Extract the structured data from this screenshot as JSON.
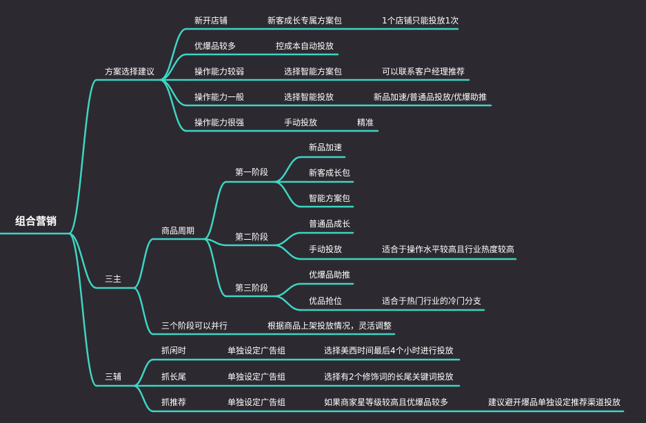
{
  "colors": {
    "background": "#2c2a30",
    "line": "#3ed6c5",
    "text": "#ffffff"
  },
  "root": "组合营销",
  "branches": [
    {
      "label": "方案选择建议",
      "children": [
        {
          "label": "新开店铺",
          "chain": [
            "新客成长专属方案包",
            "1个店铺只能投放1次"
          ]
        },
        {
          "label": "优爆品较多",
          "chain": [
            "控成本自动投放"
          ]
        },
        {
          "label": "操作能力较弱",
          "chain": [
            "选择智能方案包",
            "可以联系客户经理推荐"
          ]
        },
        {
          "label": "操作能力一般",
          "chain": [
            "选择智能投放",
            "新品加速/普通品投放/优爆助推"
          ]
        },
        {
          "label": "操作能力很强",
          "chain": [
            "手动投放",
            "精准"
          ]
        }
      ]
    },
    {
      "label": "三主",
      "children": [
        {
          "label": "商品周期",
          "stages": [
            {
              "label": "第一阶段",
              "items": [
                {
                  "label": "新品加速"
                },
                {
                  "label": "新客成长包"
                },
                {
                  "label": "智能方案包"
                }
              ]
            },
            {
              "label": "第二阶段",
              "items": [
                {
                  "label": "普通品成长"
                },
                {
                  "label": "手动投放",
                  "note": "适合于操作水平较高且行业热度较高"
                }
              ]
            },
            {
              "label": "第三阶段",
              "items": [
                {
                  "label": "优爆品助推"
                },
                {
                  "label": "优品抢位",
                  "note": "适合于热门行业的冷门分支"
                }
              ]
            }
          ]
        },
        {
          "label": "三个阶段可以并行",
          "chain": [
            "根据商品上架投放情况，灵活调整"
          ]
        }
      ]
    },
    {
      "label": "三辅",
      "children": [
        {
          "label": "抓闲时",
          "chain": [
            "单独设定广告组",
            "选择美西时间最后4个小时进行投放"
          ]
        },
        {
          "label": "抓长尾",
          "chain": [
            "单独设定广告组",
            "选择有2个修饰词的长尾关键词投放"
          ]
        },
        {
          "label": "抓推荐",
          "chain": [
            "单独设定广告组",
            "如果商家星等级较高且优爆品较多",
            "建议避开爆品单独设定推荐渠道投放"
          ]
        }
      ]
    }
  ]
}
